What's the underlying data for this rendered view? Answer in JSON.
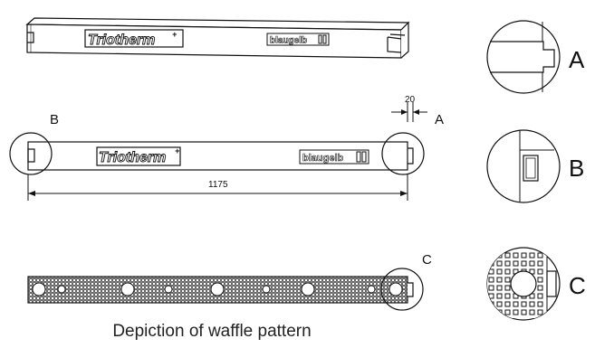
{
  "diagram": {
    "brand_primary": "Triotherm",
    "brand_primary_mark": "+",
    "brand_secondary": "blaugelb",
    "dimension_overall": "1175",
    "dimension_tongue": "20",
    "callout_a": "A",
    "callout_b": "B",
    "callout_c": "C",
    "detail_a_label": "A",
    "detail_b_label": "B",
    "detail_c_label": "C",
    "caption": "Depiction of waffle pattern"
  }
}
